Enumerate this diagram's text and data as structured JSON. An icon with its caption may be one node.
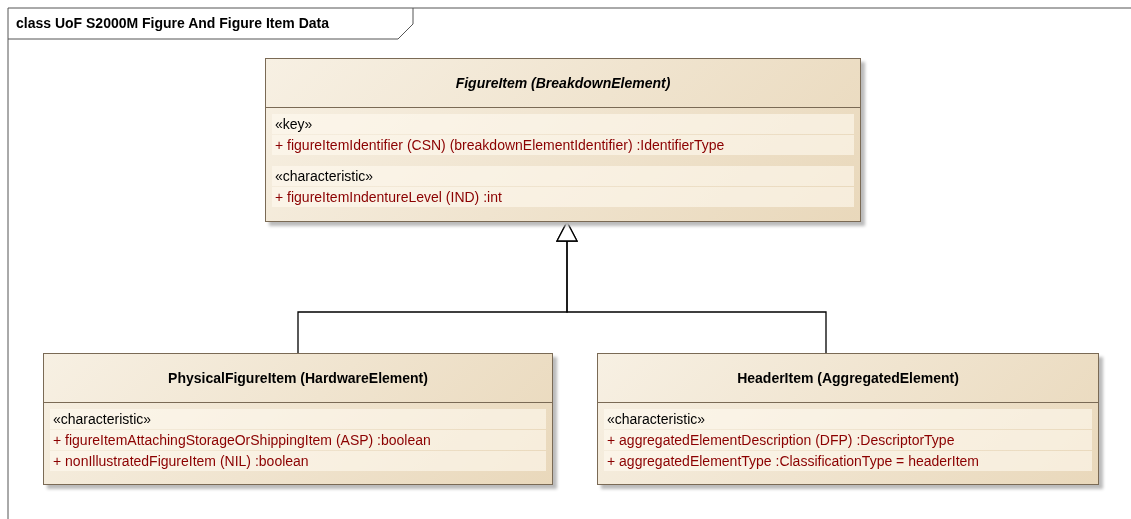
{
  "diagram": {
    "title": "class UoF S2000M Figure And Figure Item Data",
    "nodes": [
      {
        "text": [
          "FigureItem (BreakdownElement)",
          "«key»",
          "+ figureItemIdentifier (CSN) (breakdownElementIdentifier) :IdentifierType",
          "«characteristic»",
          "+ figureItemIndentureLevel (IND) :int"
        ]
      },
      {
        "text": [
          "PhysicalFigureItem (HardwareElement)",
          "«characteristic»",
          "+ figureItemAttachingStorageOrShippingItem (ASP) :boolean",
          "+ nonIllustratedFigureItem (NIL) :boolean"
        ]
      },
      {
        "text": [
          "HeaderItem (AggregatedElement)",
          "«characteristic»",
          "+ aggregatedElementDescription (DFP) :DescriptorType",
          "+ aggregatedElementType :ClassificationType = headerItem"
        ]
      }
    ],
    "edges": [
      {
        "from": 1,
        "to": 0,
        "arrow": "to"
      },
      {
        "from": 2,
        "to": 0,
        "arrow": "to"
      }
    ]
  }
}
